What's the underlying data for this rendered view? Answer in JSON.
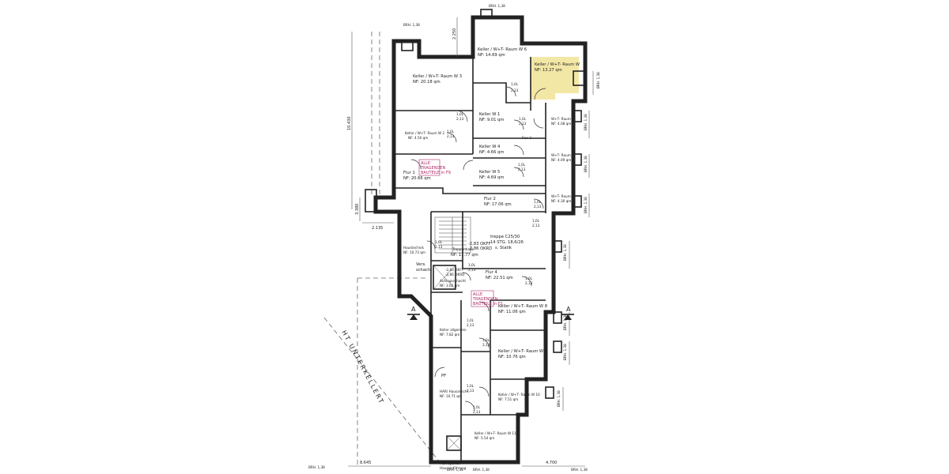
{
  "colors": {
    "highlight": "#f3e7a6",
    "wall": "#222222",
    "note": "#b02a6b"
  },
  "dimensions": {
    "top": "2.250",
    "left_total": "10.430",
    "left_lower": "3.380",
    "bottom_left": "8.645",
    "bottom_right": "4.700",
    "bottom_mid": "2.135"
  },
  "rooms": [
    {
      "name": "Keller / W+T- Raum W 6",
      "area": "NF: 14.69 qm"
    },
    {
      "name": "Keller / W+T- Raum W",
      "area": "NF: 13.27 qm"
    },
    {
      "name": "Keller / W+T- Raum W 3",
      "area": "NF: 20.18 qm"
    },
    {
      "name": "Keller W 1",
      "area": "NF: 9.01 qm"
    },
    {
      "name": "Keller / W+T- Raum W 2",
      "area": "NF: 4.50 qm"
    },
    {
      "name": "Keller W 4",
      "area": "NF: 4.66 qm"
    },
    {
      "name": "Flur 1",
      "area": "NF: 20.66 qm"
    },
    {
      "name": "Keller W 5",
      "area": "NF: 4.69 qm"
    },
    {
      "name": "Flur 2",
      "area": "NF: 17.06 qm"
    },
    {
      "name": "Haustechnik",
      "area": "NF: 10.73 qm"
    },
    {
      "name": "Treppenhaus",
      "area": "NF: 11.77 qm"
    },
    {
      "name": "Flur 4",
      "area": "NF: 22.51 qm"
    },
    {
      "name": "Aufzugsschacht",
      "area": "NF: 3.02 qm"
    },
    {
      "name": "Keller / W+T- Raum W 8",
      "area": "NF: 11.06 qm"
    },
    {
      "name": "Keller / W+T- Raum W 9",
      "area": "NF: 10.76 qm"
    },
    {
      "name": "Keller allgemein",
      "area": "NF: 7.82 qm"
    },
    {
      "name": "HAR/ Hausanschl.",
      "area": "NF: 10.71 qm"
    },
    {
      "name": "Keller / W+T- Raum W 10",
      "area": "NF: 7.51 qm"
    },
    {
      "name": "Keller / W+T- Raum W 11",
      "area": "NF: 5.54 qm"
    },
    {
      "name": "W+T- Raum",
      "area": "NF: 4.08 qm"
    },
    {
      "name": "W+T- Raum",
      "area": "NF: 4.09 qm"
    },
    {
      "name": "W+T- Raum",
      "area": "NF: 4.30 qm"
    },
    {
      "name": "Flur 3",
      "area": ""
    }
  ],
  "notes": {
    "note1": [
      "ALLE",
      "TRAGENDEN",
      "BAUTEILE in F9"
    ],
    "note2": [
      "ALLE",
      "TRAGENDEN",
      "BAUTEILE in F1"
    ]
  },
  "labels": {
    "brh": "BRH. 1,38",
    "door": "1,0L",
    "door_h": "2,13",
    "stair_note": [
      "treppe C25/30",
      "14 STG. 18,6/26",
      "s. Statik"
    ],
    "level1": "-2,83 OKFF",
    "level2": "-2,86 OKRD",
    "section": "A",
    "unterkellert": "HT UNTERKELLERT",
    "verschacht": [
      "Vers.",
      "schacht"
    ],
    "pf": "PF",
    "bottom": [
      "Mehrsparten-",
      "Hauseinführung"
    ]
  }
}
